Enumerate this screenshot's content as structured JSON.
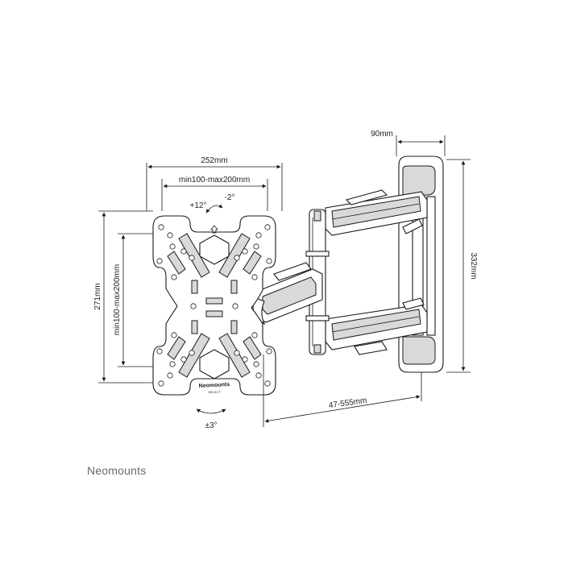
{
  "dimensions": {
    "plate_width": "252mm",
    "vesa_horizontal": "min100-max200mm",
    "plate_height": "271mm",
    "vesa_vertical": "min100-max200mm",
    "wall_plate_width": "90mm",
    "wall_plate_height": "332mm",
    "depth_range": "47-555mm"
  },
  "angles": {
    "tilt_up": "+12°",
    "tilt_down": "-2°",
    "rotation": "±3°"
  },
  "plate_label": {
    "brand": "Neomounts",
    "sub": "SELECT"
  },
  "brand": "Neomounts"
}
